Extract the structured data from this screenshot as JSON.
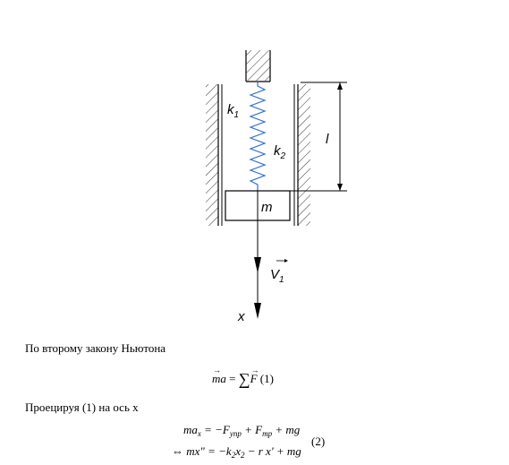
{
  "diagram": {
    "k1_label": "k",
    "k1_sub": "1",
    "k2_label": "k",
    "k2_sub": "2",
    "length_label": "l",
    "mass_label": "m",
    "velocity_label": "V",
    "velocity_sub": "1",
    "axis_label": "x",
    "colors": {
      "spring": "#2f6fd6",
      "lines": "#000000"
    }
  },
  "text": {
    "newton_line": "По второму закону Ньютона",
    "projection_line": "Проецируя (1) на ось x"
  },
  "equations": {
    "eq1": {
      "lhs": "ma",
      "rhs_sum": "∑",
      "rhs_F": "F",
      "num": "(1)"
    },
    "eq2a": {
      "m": "ma",
      "x_sub": "x",
      "eq": "= −F",
      "upr_sub": "упр",
      "plus": "+ F",
      "tr_sub": "тр",
      "end": "+ mg"
    },
    "eq2b": {
      "arrow": "⇔",
      "lhs": "mx\" = −k",
      "k_sub": "2",
      "x": "x",
      "x_sub": "2",
      "rest": "− r x' + mg"
    },
    "eq2_num": "(2)"
  }
}
